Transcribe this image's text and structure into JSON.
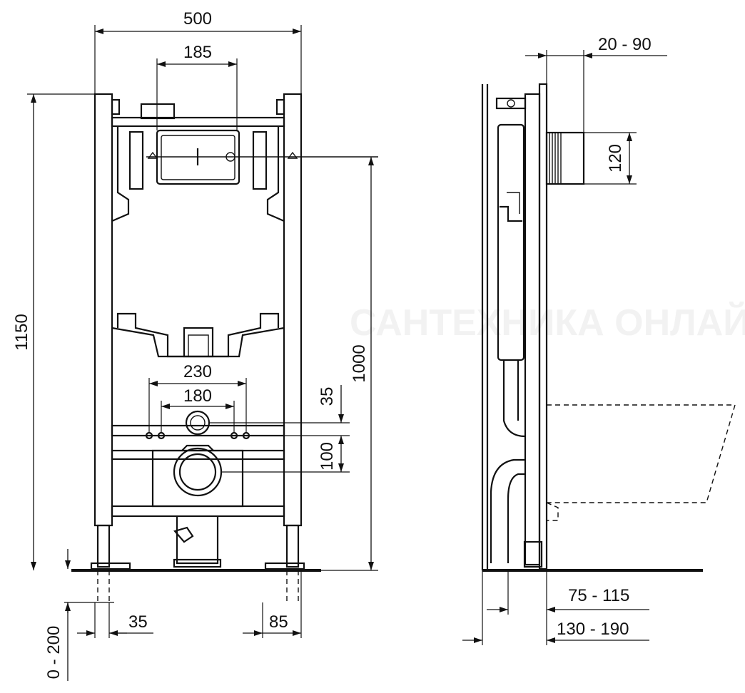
{
  "front_view": {
    "width_total": "500",
    "width_flush_plate": "185",
    "height_total": "1150",
    "height_flush_center": "1000",
    "pan_connection_spacing_outer": "230",
    "pan_connection_spacing_inner": "180",
    "drain_offset_upper": "35",
    "drain_offset_lower": "100",
    "foot_adjust_range": "0 - 200",
    "foot_offset_left": "35",
    "foot_offset_right": "85"
  },
  "side_view": {
    "inlet_adjust": "20 - 90",
    "inlet_height": "120",
    "depth_drain": "75 - 115",
    "depth_total": "130 - 190"
  },
  "watermark": "САНТЕХНИКА ОНЛАЙН"
}
